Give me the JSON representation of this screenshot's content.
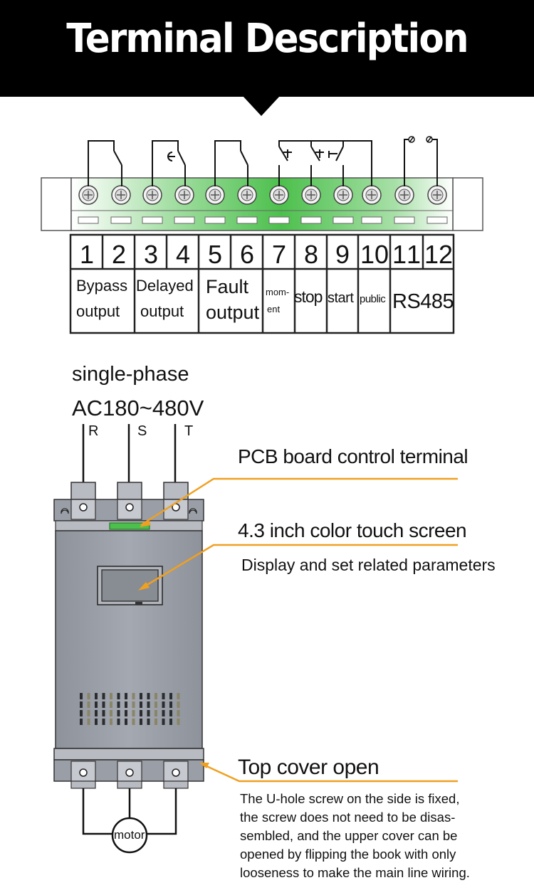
{
  "title": "Terminal Description",
  "terminals": {
    "numbers": [
      "1",
      "2",
      "3",
      "4",
      "5",
      "6",
      "7",
      "8",
      "9",
      "10",
      "11",
      "12"
    ],
    "groups": [
      {
        "line1": "Bypass",
        "line2": "output"
      },
      {
        "line1": "Delayed",
        "line2": "output"
      },
      {
        "line1": "Fault",
        "line2": "output"
      },
      {
        "line1": "mom-",
        "line2": "ent"
      },
      {
        "line1": "stop"
      },
      {
        "line1": "start"
      },
      {
        "line1": "public"
      },
      {
        "line1": "RS485"
      }
    ]
  },
  "supply": {
    "line1": "single-phase",
    "line2": "AC180~480V",
    "phases": [
      "R",
      "S",
      "T"
    ]
  },
  "callouts": {
    "pcb": "PCB board control terminal",
    "screen": "4.3 inch color touch screen",
    "screen_sub": "Display and set related parameters",
    "cover": "Top cover open",
    "cover_desc": [
      "The U-hole screw on the side is fixed,",
      "the screw does not need to be disas-",
      "sembled, and the upper cover can be",
      "opened by flipping the book with only",
      "looseness to make the main line wiring."
    ]
  },
  "motor": "motor",
  "colors": {
    "banner": "#000000",
    "accent": "#f0a020",
    "terminal_green": "#4cc04c",
    "device": "#9a9ea6"
  }
}
